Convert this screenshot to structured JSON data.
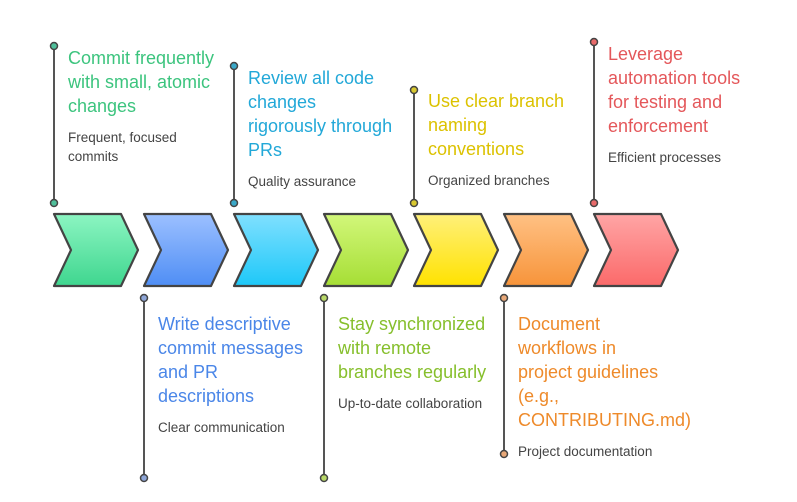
{
  "steps": [
    {
      "title": "Commit frequently with small, atomic changes",
      "subtitle": "Frequent, focused commits",
      "position": "top",
      "colors": [
        "#8cf5c2",
        "#3fd68f"
      ],
      "dot": "#4fbf9a"
    },
    {
      "title": "Write descriptive commit messages and PR descriptions",
      "subtitle": "Clear communication",
      "position": "bottom",
      "colors": [
        "#9cc0ff",
        "#4f8ef5"
      ],
      "dot": "#8ea6d8"
    },
    {
      "title": "Review all code changes rigorously through PRs",
      "subtitle": "Quality assurance",
      "position": "top",
      "colors": [
        "#80e0ff",
        "#1ec8f8"
      ],
      "dot": "#3aa8c8"
    },
    {
      "title": "Stay synchronized with remote branches regularly",
      "subtitle": "Up-to-date collaboration",
      "position": "bottom",
      "colors": [
        "#d2f77a",
        "#a6de35"
      ],
      "dot": "#b8d868"
    },
    {
      "title": "Use clear branch naming conventions",
      "subtitle": "Organized branches",
      "position": "top",
      "colors": [
        "#fff07a",
        "#ffe200"
      ],
      "dot": "#d8c830"
    },
    {
      "title": "Document workflows in project guidelines (e.g., CONTRIBUTING.md)",
      "subtitle": "Project documentation",
      "position": "bottom",
      "colors": [
        "#ffc184",
        "#f7943a"
      ],
      "dot": "#e8a878"
    },
    {
      "title": "Leverage automation tools for testing and enforcement",
      "subtitle": "Efficient processes",
      "position": "top",
      "colors": [
        "#ffa5a5",
        "#fb6a6a"
      ],
      "dot": "#e86a6a"
    }
  ]
}
